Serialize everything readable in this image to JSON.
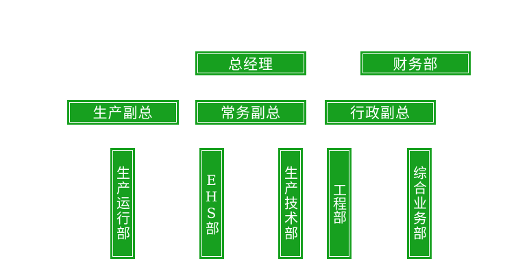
{
  "colors": {
    "box_fill": "#17a01f",
    "box_text": "#ffffff",
    "inner_border": "#ffffff"
  },
  "nodes": {
    "gm": "总经理",
    "finance": "财务部",
    "vp_production": "生产副总",
    "vp_executive": "常务副总",
    "vp_admin": "行政副总",
    "dept_operations": "生产运行部",
    "dept_ehs": "EHS部",
    "dept_tech": "生产技术部",
    "dept_engineering": "工程部",
    "dept_general": "综合业务部"
  }
}
